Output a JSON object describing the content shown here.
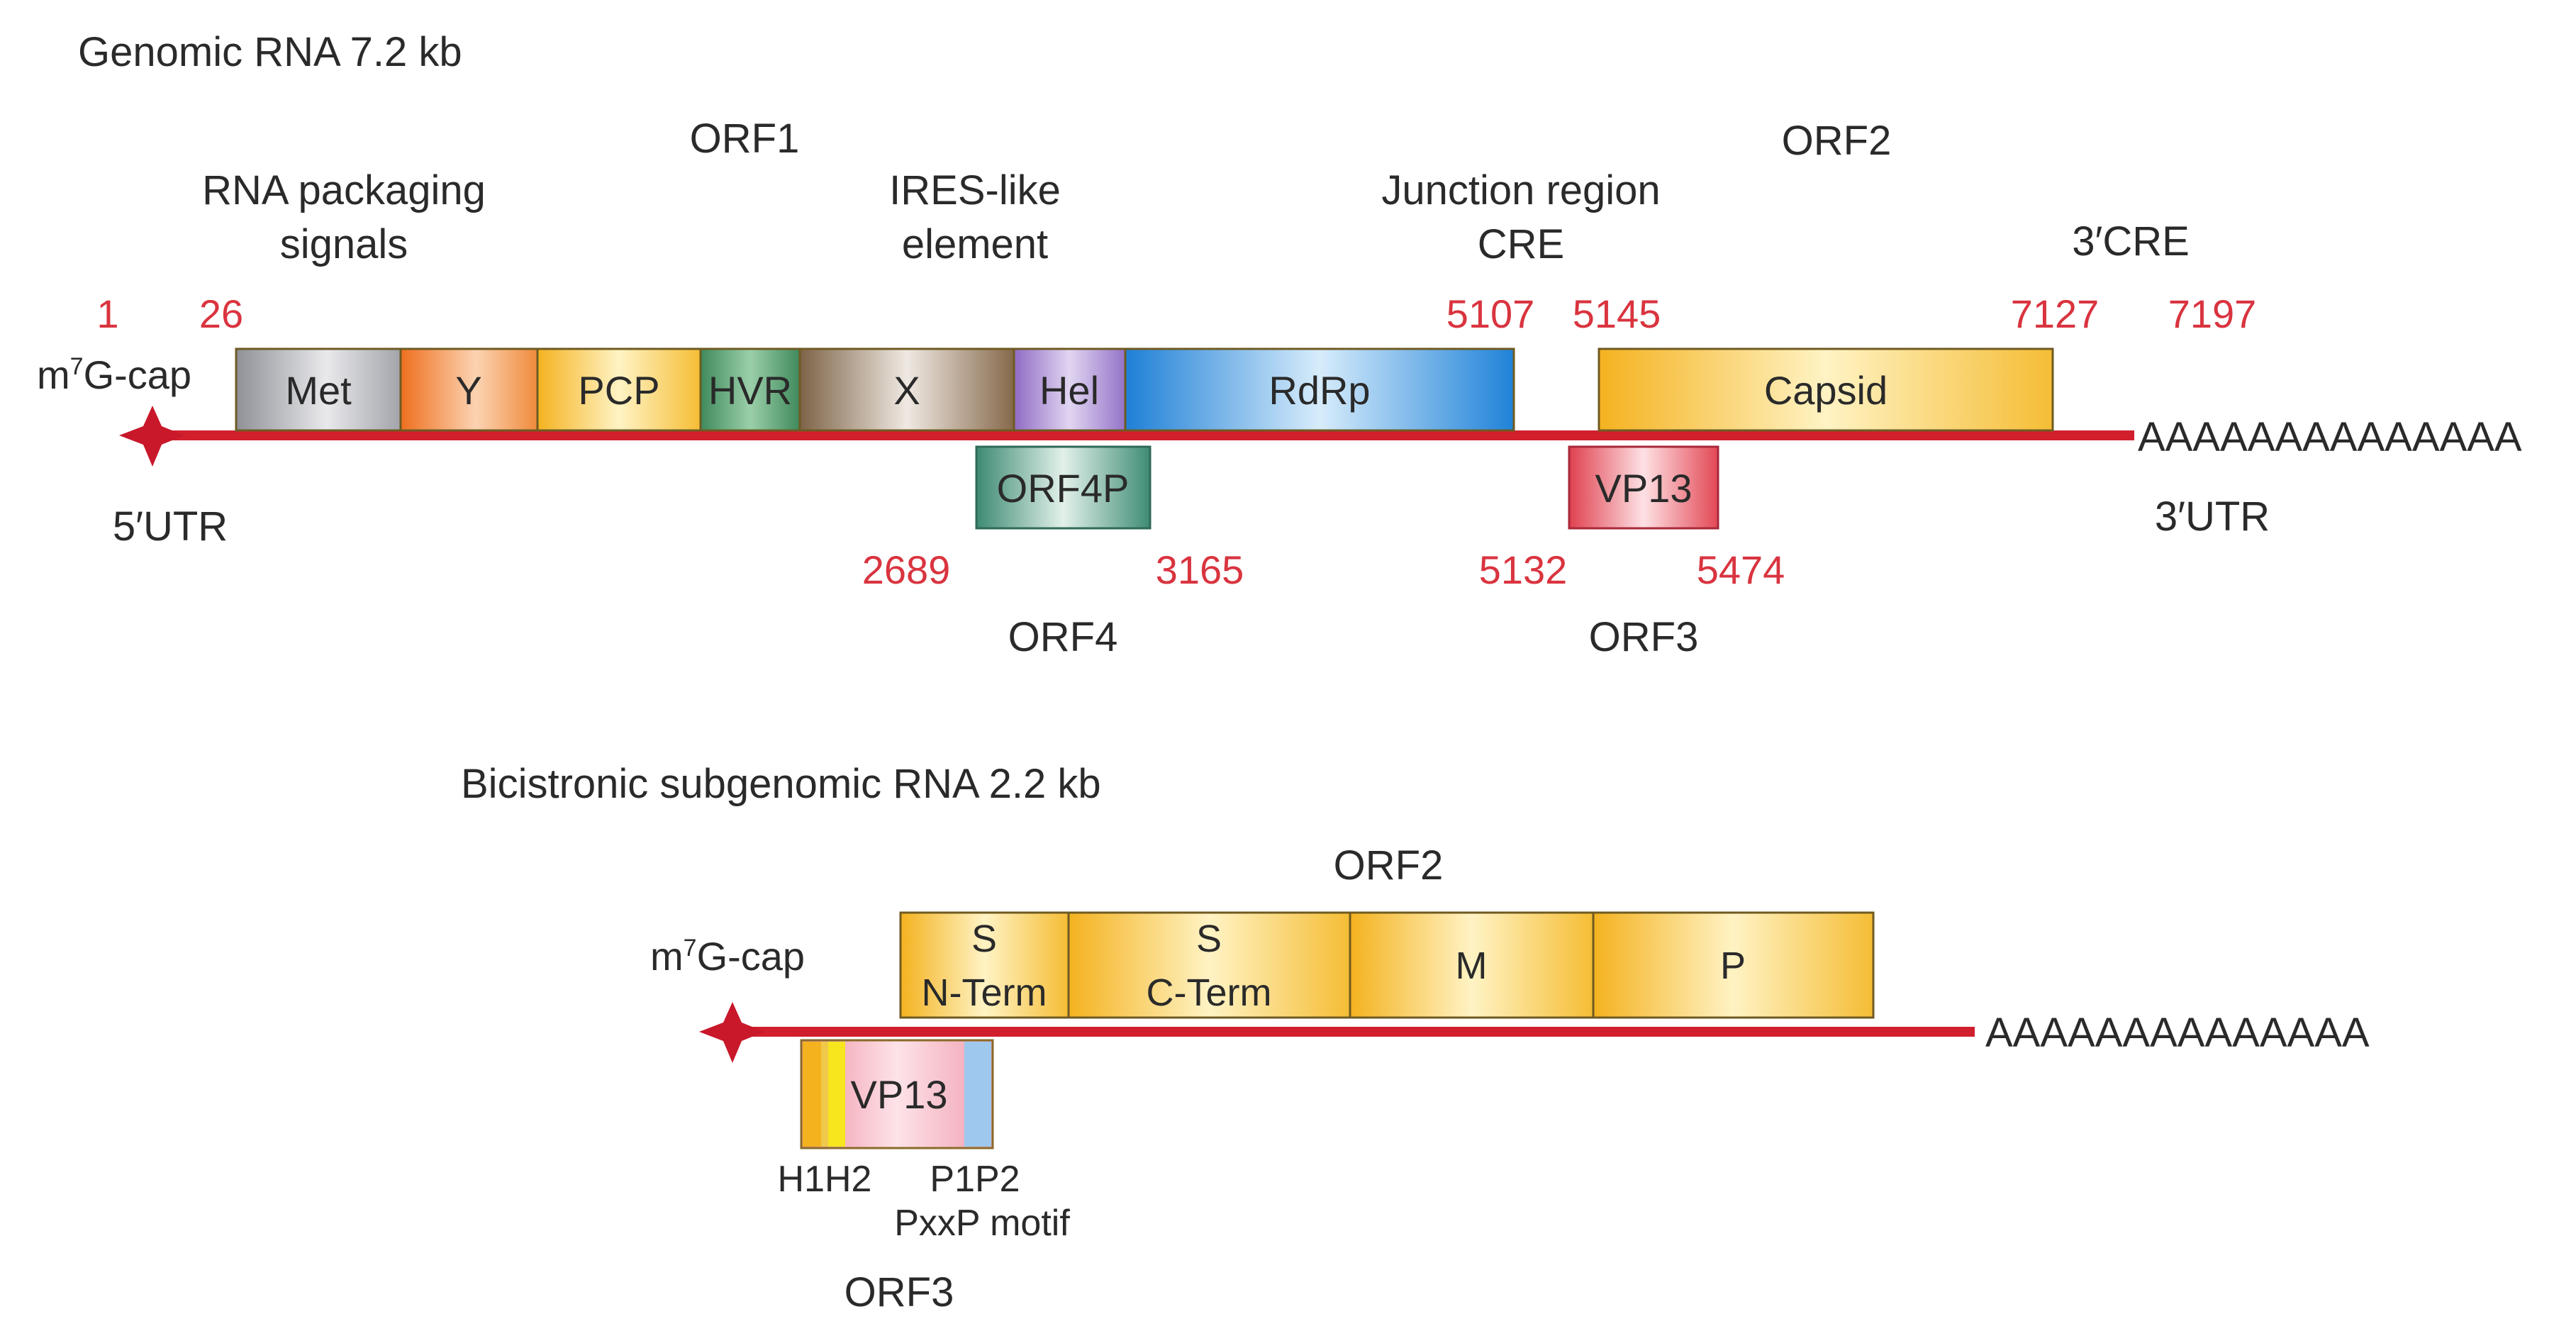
{
  "colors": {
    "rna_line": "#d11f2e",
    "cap_star": "#c8182a",
    "position_number": "#d9343f",
    "label": "#2a2a2a"
  },
  "genomic": {
    "title": "Genomic RNA 7.2 kb",
    "orf1_label": "ORF1",
    "orf2_label": "ORF2",
    "rna_packaging_line1": "RNA packaging",
    "rna_packaging_line2": "signals",
    "ires_line1": "IRES-like",
    "ires_line2": "element",
    "junction_line1": "Junction region",
    "junction_line2": "CRE",
    "cre3": "3′CRE",
    "cap_label": "m",
    "cap_sup": "7",
    "cap_suffix": "G-cap",
    "utr5": "5′UTR",
    "utr3": "3′UTR",
    "polyA": "AAAAAAAAAAAAAA",
    "positions": {
      "p1": "1",
      "p26": "26",
      "p5107": "5107",
      "p5145": "5145",
      "p7127": "7127",
      "p7197": "7197",
      "p2689": "2689",
      "p3165": "3165",
      "p5132": "5132",
      "p5474": "5474"
    },
    "domains": {
      "met": "Met",
      "y": "Y",
      "pcp": "PCP",
      "hvr": "HVR",
      "x": "X",
      "hel": "Hel",
      "rdrp": "RdRp",
      "capsid": "Capsid"
    },
    "orf4p": "ORF4P",
    "orf4_label": "ORF4",
    "vp13": "VP13",
    "orf3_label": "ORF3"
  },
  "subgenomic": {
    "title": "Bicistronic subgenomic RNA 2.2 kb",
    "orf2_label": "ORF2",
    "cap_label": "m",
    "cap_sup": "7",
    "cap_suffix": "G-cap",
    "polyA": "AAAAAAAAAAAAAA",
    "s_nterm_line1": "S",
    "s_nterm_line2": "N-Term",
    "s_cterm_line1": "S",
    "s_cterm_line2": "C-Term",
    "m": "M",
    "p": "P",
    "vp13": "VP13",
    "h1h2": "H1H2",
    "p1p2": "P1P2",
    "pxxp": "PxxP motif",
    "orf3_label": "ORF3"
  }
}
